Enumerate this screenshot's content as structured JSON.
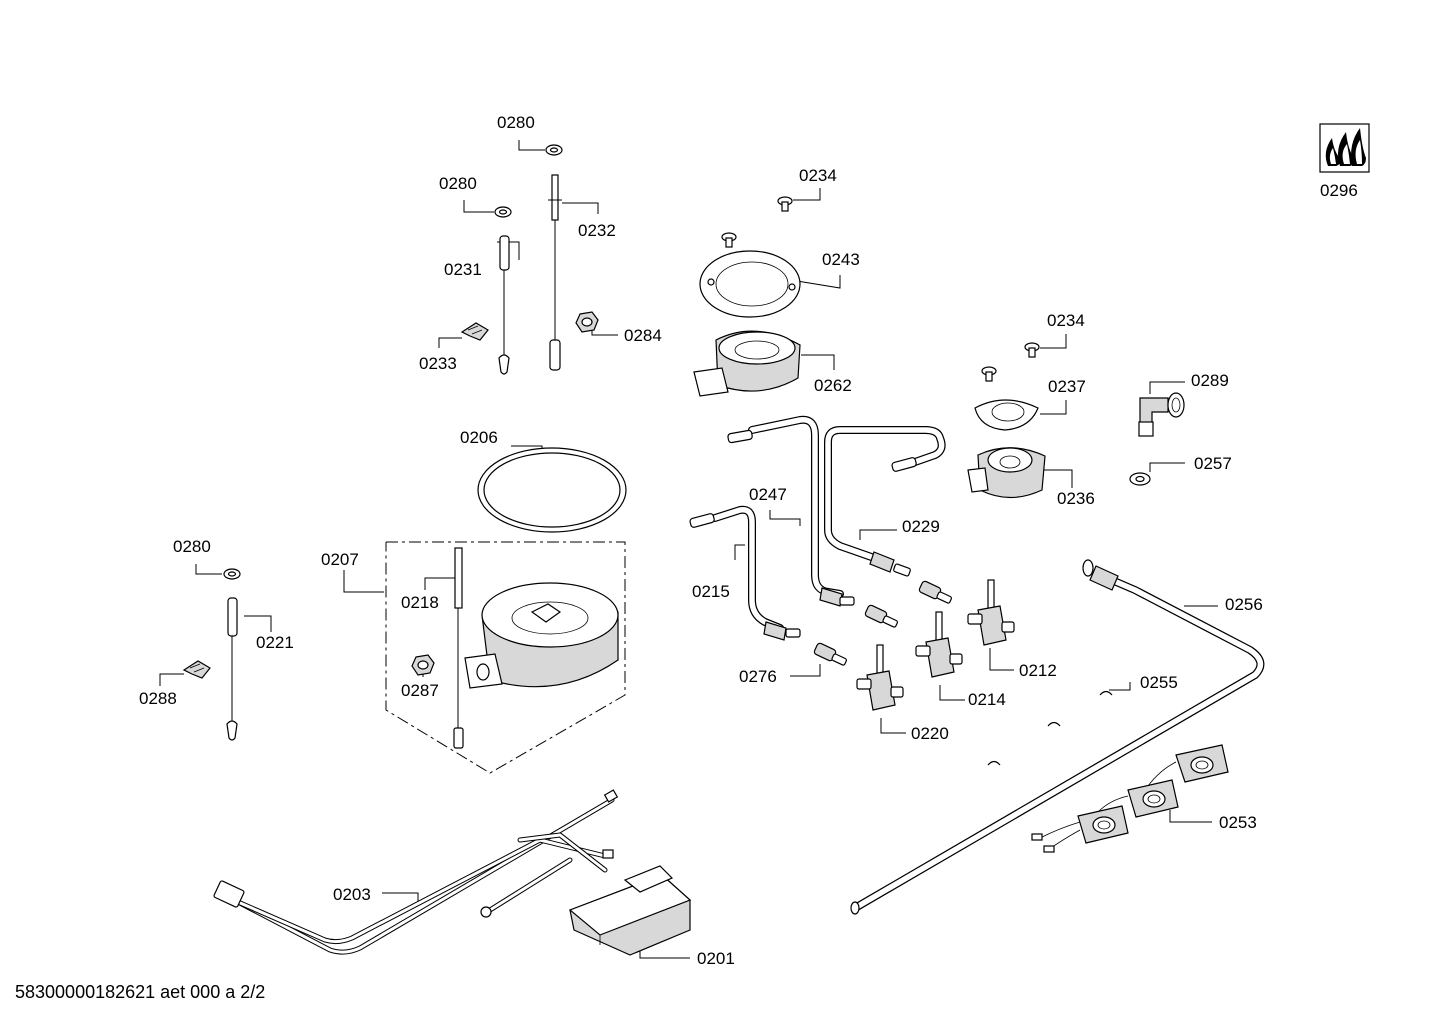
{
  "labels": {
    "p0280a": "0280",
    "p0280b": "0280",
    "p0232": "0232",
    "p0231": "0231",
    "p0233": "0233",
    "p0284": "0284",
    "p0234a": "0234",
    "p0243": "0243",
    "p0262": "0262",
    "p0234b": "0234",
    "p0237": "0237",
    "p0289": "0289",
    "p0257": "0257",
    "p0236": "0236",
    "p0296": "0296",
    "p0206": "0206",
    "p0247": "0247",
    "p0229": "0229",
    "p0280c": "0280",
    "p0207": "0207",
    "p0218": "0218",
    "p0221": "0221",
    "p0215": "0215",
    "p0256": "0256",
    "p0288": "0288",
    "p0287": "0287",
    "p0212": "0212",
    "p0276": "0276",
    "p0214": "0214",
    "p0255": "0255",
    "p0220": "0220",
    "p0253": "0253",
    "p0203": "0203",
    "p0201": "0201"
  },
  "footer": "58300000182621 aet 000 a 2/2",
  "icons": {
    "gas_flame_logo": "gas-flame-icon"
  }
}
